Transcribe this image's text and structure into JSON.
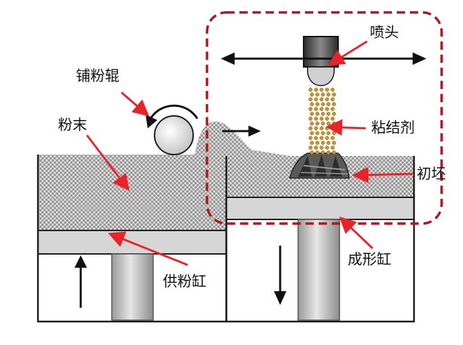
{
  "labels": {
    "nozzle": "喷头",
    "roller": "铺粉辊",
    "powder": "粉末",
    "binder": "粘结剂",
    "green_part": "初坯",
    "build_cylinder": "成形缸",
    "feed_cylinder": "供粉缸"
  },
  "colors": {
    "annotation_arrow": "#e8242a",
    "dashed_frame": "#b0141c",
    "binder_droplet": "#c8962a",
    "powder_base": "#c9c9c9",
    "piston_plate": "#d6d6d6",
    "outline": "#1a1a1a"
  }
}
